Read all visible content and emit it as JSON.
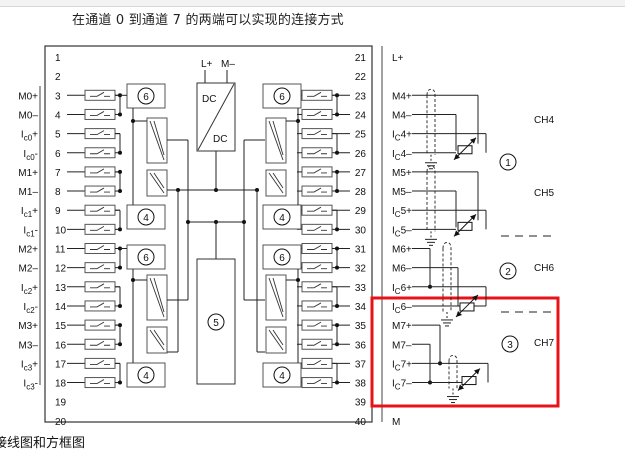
{
  "title": "在通道 0 到通道 7 的两端可以实现的连接方式",
  "caption": "接线图和方框图",
  "module": {
    "left_pins": [
      "1",
      "2",
      "3",
      "4",
      "5",
      "6",
      "7",
      "8",
      "9",
      "10",
      "11",
      "12",
      "13",
      "14",
      "15",
      "16",
      "17",
      "18",
      "19",
      "20"
    ],
    "right_pins": [
      "21",
      "22",
      "23",
      "24",
      "25",
      "26",
      "27",
      "28",
      "29",
      "30",
      "31",
      "32",
      "33",
      "34",
      "35",
      "36",
      "37",
      "38",
      "39",
      "40"
    ],
    "left_labels": [
      {
        "pin": "3",
        "main": "M0+",
        "sub": ""
      },
      {
        "pin": "4",
        "main": "M0–",
        "sub": ""
      },
      {
        "pin": "5",
        "main": "I",
        "sub": "c0",
        "suffix": "+"
      },
      {
        "pin": "6",
        "main": "I",
        "sub": "c0",
        "suffix": "-"
      },
      {
        "pin": "7",
        "main": "M1+",
        "sub": ""
      },
      {
        "pin": "8",
        "main": "M1–",
        "sub": ""
      },
      {
        "pin": "9",
        "main": "I",
        "sub": "c1",
        "suffix": "+"
      },
      {
        "pin": "10",
        "main": "I",
        "sub": "c1",
        "suffix": "-"
      },
      {
        "pin": "11",
        "main": "M2+",
        "sub": ""
      },
      {
        "pin": "12",
        "main": "M2–",
        "sub": ""
      },
      {
        "pin": "13",
        "main": "I",
        "sub": "c2",
        "suffix": "+"
      },
      {
        "pin": "14",
        "main": "I",
        "sub": "c2",
        "suffix": "-"
      },
      {
        "pin": "15",
        "main": "M3+",
        "sub": ""
      },
      {
        "pin": "16",
        "main": "M3–",
        "sub": ""
      },
      {
        "pin": "17",
        "main": "I",
        "sub": "c3",
        "suffix": "+"
      },
      {
        "pin": "18",
        "main": "I",
        "sub": "c3",
        "suffix": "-"
      }
    ],
    "right_labels": [
      {
        "pin": "21",
        "main": "L+",
        "sub": ""
      },
      {
        "pin": "23",
        "main": "M4+",
        "sub": ""
      },
      {
        "pin": "24",
        "main": "M4–",
        "sub": ""
      },
      {
        "pin": "25",
        "main": "I",
        "sub": "C",
        "suffix": "4+"
      },
      {
        "pin": "26",
        "main": "I",
        "sub": "C",
        "suffix": "4–"
      },
      {
        "pin": "27",
        "main": "M5+",
        "sub": ""
      },
      {
        "pin": "28",
        "main": "M5–",
        "sub": ""
      },
      {
        "pin": "29",
        "main": "I",
        "sub": "C",
        "suffix": "5+"
      },
      {
        "pin": "30",
        "main": "I",
        "sub": "C",
        "suffix": "5–"
      },
      {
        "pin": "31",
        "main": "M6+",
        "sub": ""
      },
      {
        "pin": "32",
        "main": "M6–",
        "sub": ""
      },
      {
        "pin": "33",
        "main": "I",
        "sub": "C",
        "suffix": "6+"
      },
      {
        "pin": "34",
        "main": "I",
        "sub": "C",
        "suffix": "6–"
      },
      {
        "pin": "35",
        "main": "M7+",
        "sub": ""
      },
      {
        "pin": "36",
        "main": "M7–",
        "sub": ""
      },
      {
        "pin": "37",
        "main": "I",
        "sub": "C",
        "suffix": "7+"
      },
      {
        "pin": "38",
        "main": "I",
        "sub": "C",
        "suffix": "7–"
      },
      {
        "pin": "40",
        "main": "M",
        "sub": ""
      }
    ],
    "power": {
      "lplus": "L+",
      "mminus": "M–",
      "dc_top": "DC",
      "dc_bottom": "DC"
    },
    "block_numbers": {
      "mux": "6",
      "adc": "4",
      "logic": "5"
    }
  },
  "channels": [
    {
      "label": "CH4",
      "marker": "1"
    },
    {
      "label": "CH5",
      "marker": ""
    },
    {
      "label": "CH6",
      "marker": "2"
    },
    {
      "label": "CH7",
      "marker": "3"
    }
  ],
  "highlight": {
    "color": "#e8131a",
    "target": "CH7"
  },
  "colors": {
    "line": "#222222",
    "box": "#555555",
    "highlight": "#e8131a"
  }
}
